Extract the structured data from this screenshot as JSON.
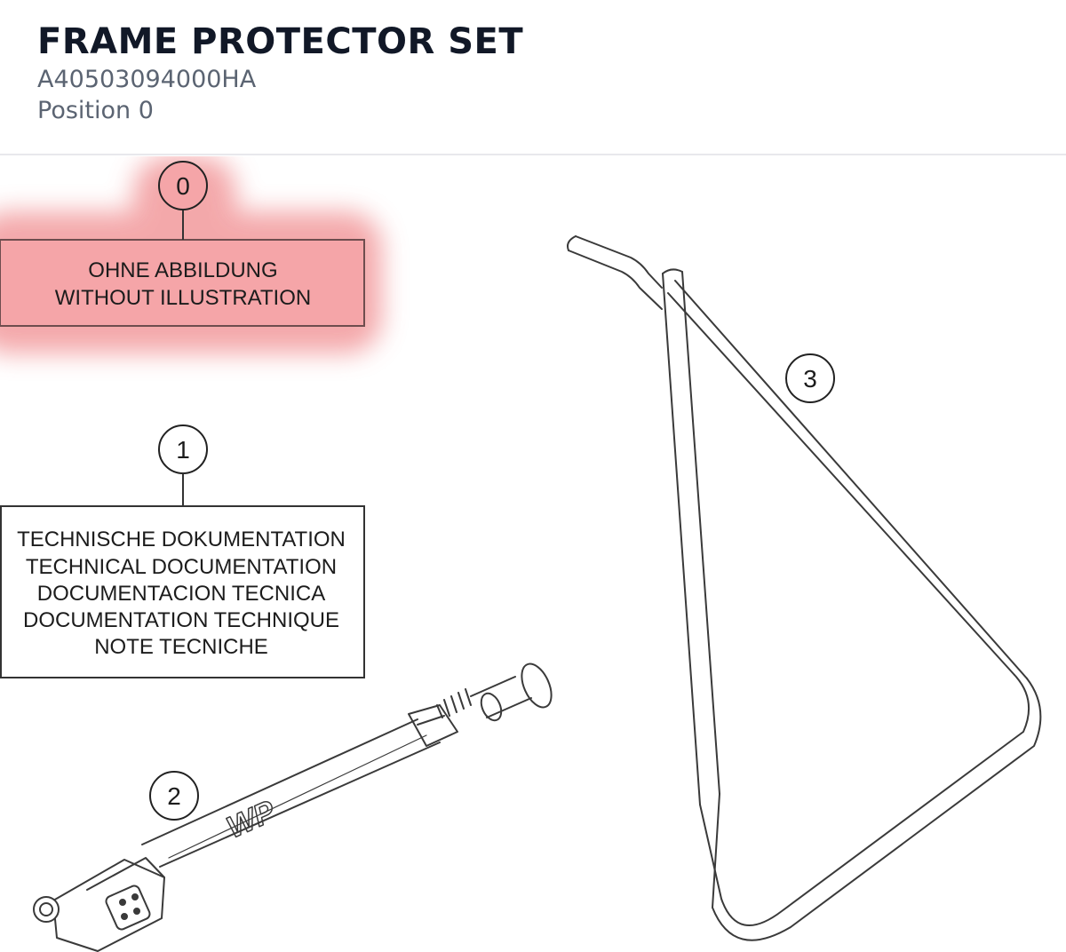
{
  "header": {
    "title": "FRAME PROTECTOR SET",
    "part_number": "A40503094000HA",
    "position": "Position 0"
  },
  "drawing": {
    "highlight_color": "#f29a9c",
    "callouts": [
      {
        "number": "0",
        "lines": [
          "OHNE ABBILDUNG",
          "WITHOUT ILLUSTRATION"
        ]
      },
      {
        "number": "1",
        "lines": [
          "TECHNISCHE DOKUMENTATION",
          "TECHNICAL DOCUMENTATION",
          "DOCUMENTACION TECNICA",
          "DOCUMENTATION TECHNIQUE",
          "NOTE TECNICHE"
        ]
      },
      {
        "number": "2"
      },
      {
        "number": "3"
      }
    ],
    "logo_text": "WP"
  }
}
